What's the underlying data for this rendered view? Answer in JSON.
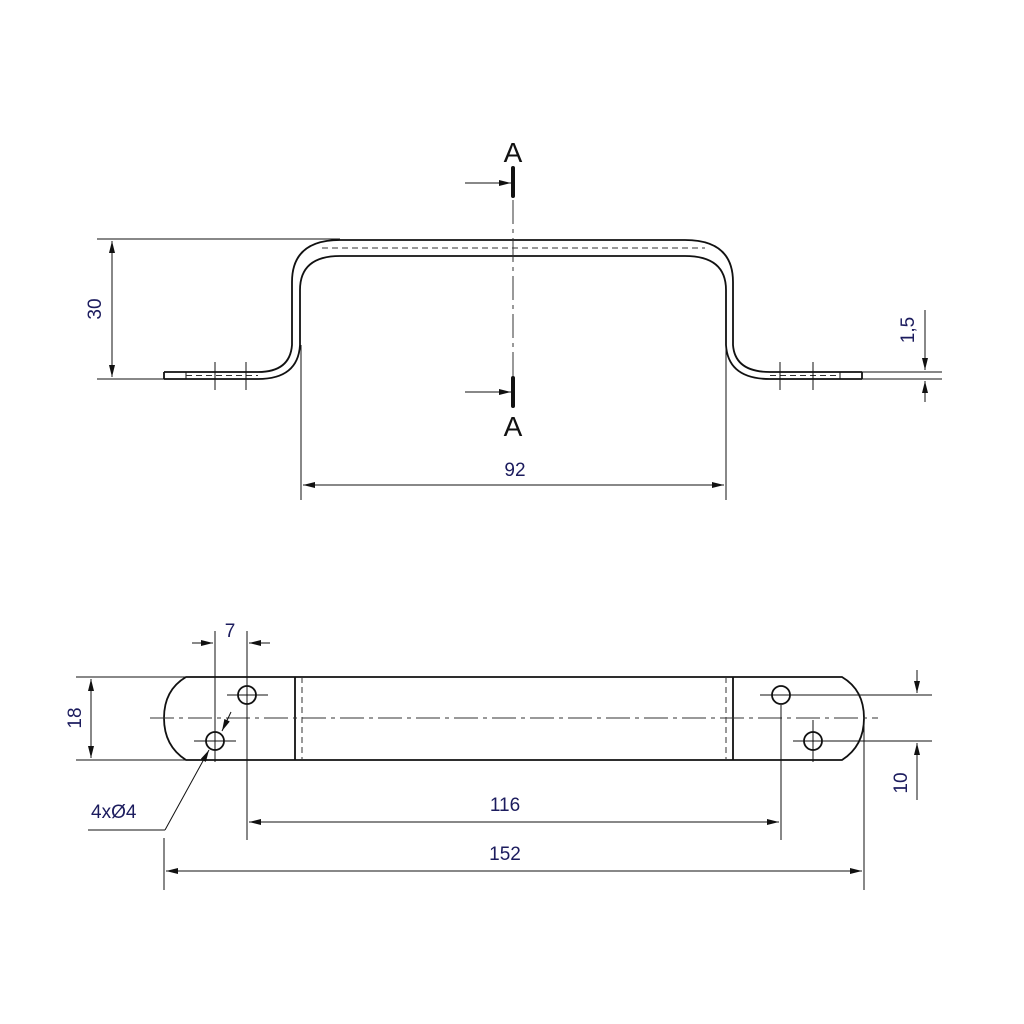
{
  "drawing": {
    "type": "technical-drawing",
    "part": "sheet-metal handle / bracket",
    "colors": {
      "lines": "#111111",
      "dimension_text": "#1c1c5e",
      "background": "#ffffff"
    },
    "front_view": {
      "section_marker_top": "A",
      "section_marker_bottom": "A",
      "dims": {
        "height": "30",
        "thickness": "1,5",
        "inner_width": "92"
      }
    },
    "top_view": {
      "dims": {
        "hole_offset": "7",
        "width": "18",
        "hole_spacing_vertical": "10",
        "hole_pitch": "116",
        "overall_length": "152",
        "hole_callout": "4xØ4"
      }
    }
  }
}
